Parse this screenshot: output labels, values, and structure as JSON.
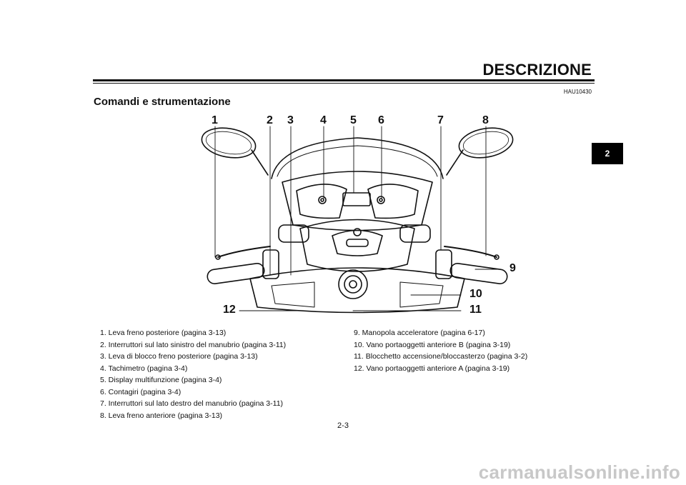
{
  "header": {
    "title": "DESCRIZIONE",
    "doc_code": "HAU10430"
  },
  "section": {
    "title": "Comandi e strumentazione"
  },
  "chapter_tab": "2",
  "callouts": {
    "top": [
      "1",
      "2",
      "3",
      "4",
      "5",
      "6",
      "7",
      "8"
    ],
    "right": [
      "9",
      "10",
      "11"
    ],
    "left": [
      "12"
    ]
  },
  "legend": {
    "left": [
      "1.  Leva freno posteriore (pagina 3-13)",
      "2.  Interruttori sul lato sinistro del manubrio (pagina 3-11)",
      "3.  Leva di blocco freno posteriore (pagina 3-13)",
      "4.  Tachimetro (pagina 3-4)",
      "5.  Display multifunzione (pagina 3-4)",
      "6.  Contagiri (pagina 3-4)",
      "7.  Interruttori sul lato destro del manubrio (pagina 3-11)",
      "8.  Leva freno anteriore (pagina 3-13)"
    ],
    "right": [
      "9.  Manopola acceleratore (pagina 6-17)",
      "10. Vano portaoggetti anteriore B (pagina 3-19)",
      "11. Blocchetto accensione/bloccasterzo (pagina 3-2)",
      "12. Vano portaoggetti anteriore A (pagina 3-19)"
    ]
  },
  "page_number": "2-3",
  "watermark": "carmanualsonline.info"
}
